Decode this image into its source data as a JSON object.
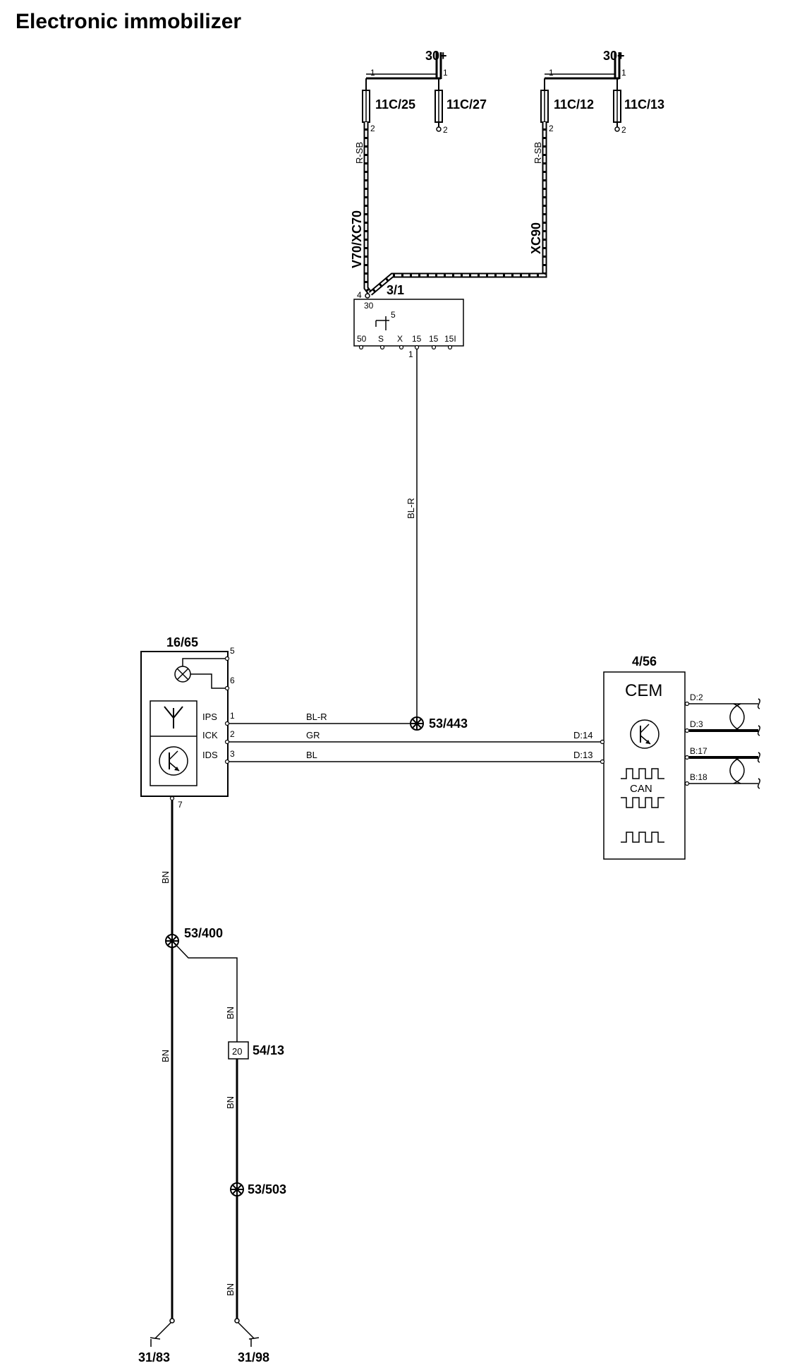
{
  "title": "Electronic immobilizer",
  "supply": {
    "left": "30+",
    "right": "30+"
  },
  "fuses": [
    {
      "id": "11C/25",
      "pin_top": "1",
      "pin_bottom": "2"
    },
    {
      "id": "11C/27",
      "pin_top": "1",
      "pin_bottom": "2"
    },
    {
      "id": "11C/12",
      "pin_top": "1",
      "pin_bottom": "2"
    },
    {
      "id": "11C/13",
      "pin_top": "1",
      "pin_bottom": "2"
    }
  ],
  "variants": {
    "left": "V70/XC70",
    "right": "XC90"
  },
  "wire_colors": {
    "r_sb": "R-SB",
    "bl_r_vertical": "BL-R",
    "bl_r": "BL-R",
    "gr": "GR",
    "bl": "BL",
    "bn": "BN"
  },
  "ignition_switch": {
    "id": "3/1",
    "pin_in_4": "4",
    "pin_30": "30",
    "contact_5": "5",
    "terminals": [
      "50",
      "S",
      "X",
      "15",
      "15",
      "15I"
    ],
    "pin_out": "1"
  },
  "immobilizer": {
    "id": "16/65",
    "pins": {
      "p5": "5",
      "p6": "6",
      "p1": "1",
      "p2": "2",
      "p3": "3",
      "p7": "7"
    },
    "signals": [
      "IPS",
      "ICK",
      "IDS"
    ]
  },
  "cem": {
    "id": "4/56",
    "name": "CEM",
    "can_label": "CAN",
    "inputs": [
      "D:14",
      "D:13"
    ],
    "outputs": [
      "D:2",
      "D:3",
      "B:17",
      "B:18"
    ]
  },
  "splices": [
    "53/443",
    "53/400",
    "53/503"
  ],
  "connector": {
    "id": "54/13",
    "pin": "20"
  },
  "grounds": [
    "31/83",
    "31/98"
  ]
}
